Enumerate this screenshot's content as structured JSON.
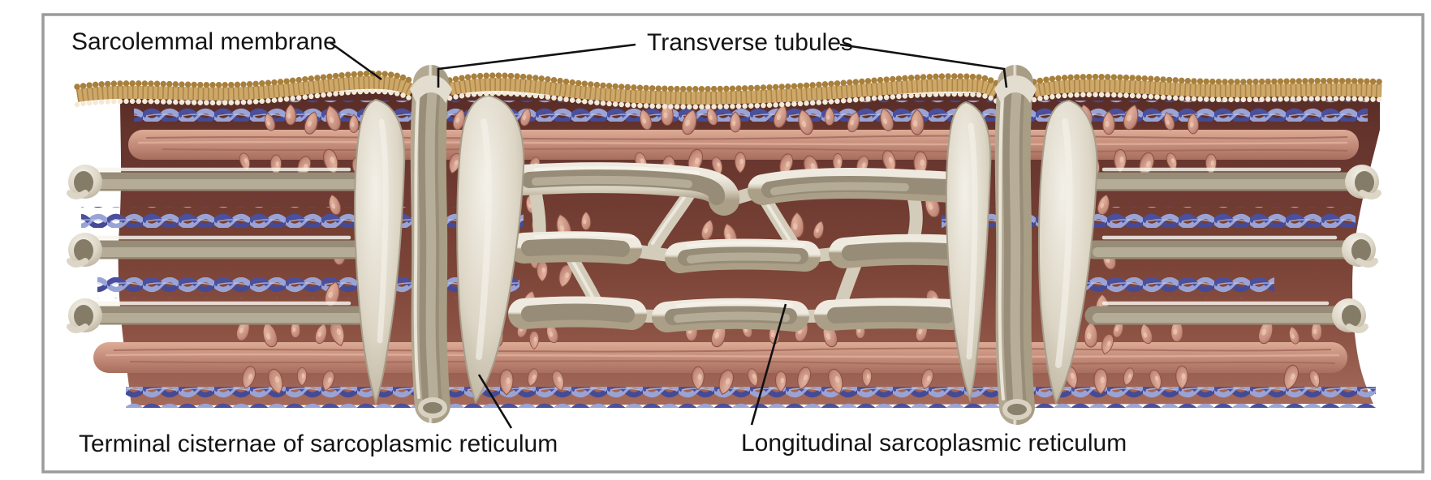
{
  "figure": {
    "labels": {
      "sarcolemmal": "Sarcolemmal membrane",
      "transverse": "Transverse tubules",
      "terminal": "Terminal cisternae of sarcoplasmic reticulum",
      "longitudinal": "Longitudinal sarcoplasmic reticulum"
    },
    "palette": {
      "background": "#ffffff",
      "frame_border": "#9b9b9b",
      "muscle_dark": "#572b26",
      "muscle_light": "#a26a58",
      "membrane_gold": "#b8934e",
      "membrane_bead_white": "#f2ead6",
      "reticulum_cream": "#ddd6c6",
      "reticulum_lumen": "#8f8571",
      "filament_blue_dark": "#454a96",
      "filament_blue_light": "#9aa3d6",
      "myofibril_pink": "#c58d7e",
      "droplet_pink": "#cb9183",
      "label_text": "#141414",
      "leader_line": "#111111"
    }
  }
}
